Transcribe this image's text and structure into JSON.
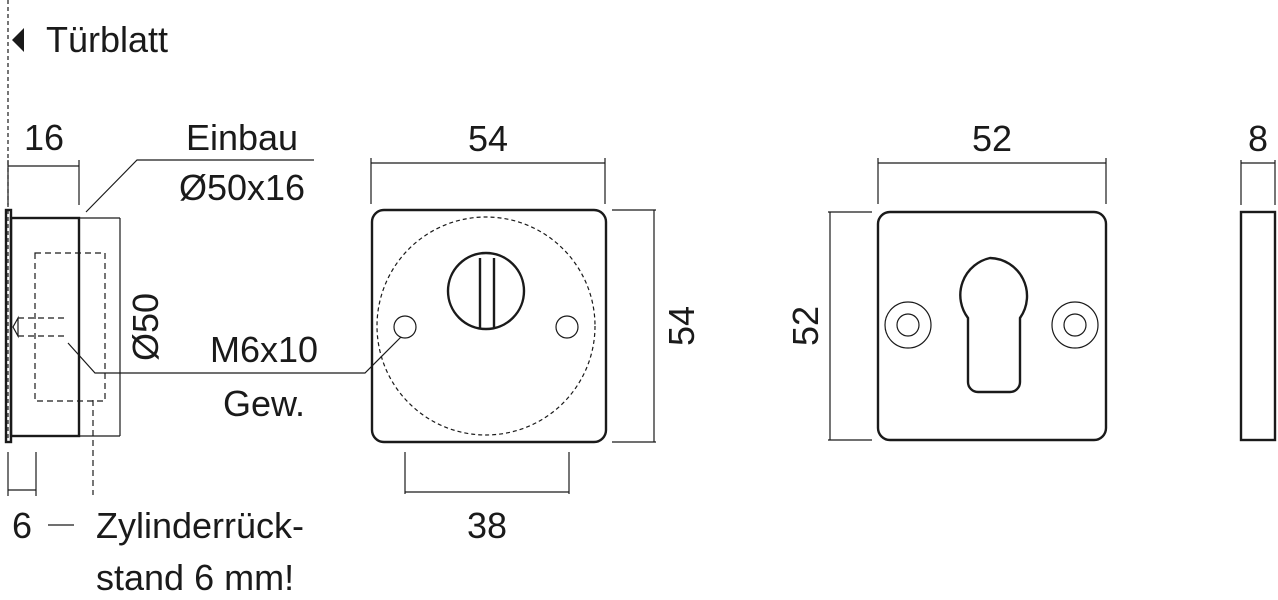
{
  "labels": {
    "door_leaf": "Türblatt",
    "depth_16": "16",
    "install_line1": "Einbau",
    "install_line2": "Ø50x16",
    "diameter_50": "Ø50",
    "thread_line1": "M6x10",
    "thread_line2": "Gew.",
    "protrusion_6": "6",
    "cyl_note_line1": "Zylinderrück-",
    "cyl_note_line2": "stand 6 mm!",
    "rosette_width_54": "54",
    "rosette_height_54": "54",
    "screw_spacing_38": "38",
    "escutcheon_width_52": "52",
    "escutcheon_height_52": "52",
    "thickness_8": "8"
  }
}
